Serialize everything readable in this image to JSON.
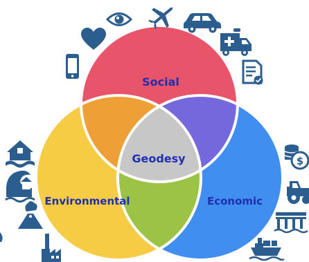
{
  "diagram": {
    "circles": {
      "social": {
        "label": "Social",
        "color": "#e8546a"
      },
      "environmental": {
        "label": "Environmental",
        "color": "#f6cc45"
      },
      "economic": {
        "label": "Economic",
        "color": "#3f8ef0"
      }
    },
    "overlaps": {
      "social_environmental": "#ee9f35",
      "social_economic": "#7468dc",
      "environmental_economic": "#9cc346"
    },
    "center": {
      "label": "Geodesy",
      "color": "#c7c7c7"
    },
    "border_color": "#ffffff",
    "label_color": "#1f2fb0",
    "icon_color": "#2b5e8e"
  },
  "icons": [
    "heart-icon",
    "eye-icon",
    "airplane-icon",
    "car-icon",
    "ambulance-icon",
    "smartphone-icon",
    "certificate-document-icon",
    "flooded-house-icon",
    "tsunami-wave-icon",
    "volcano-icon",
    "factory-icon",
    "coins-dollar-icon",
    "tractor-icon",
    "pier-bridge-icon",
    "cargo-ship-icon"
  ]
}
